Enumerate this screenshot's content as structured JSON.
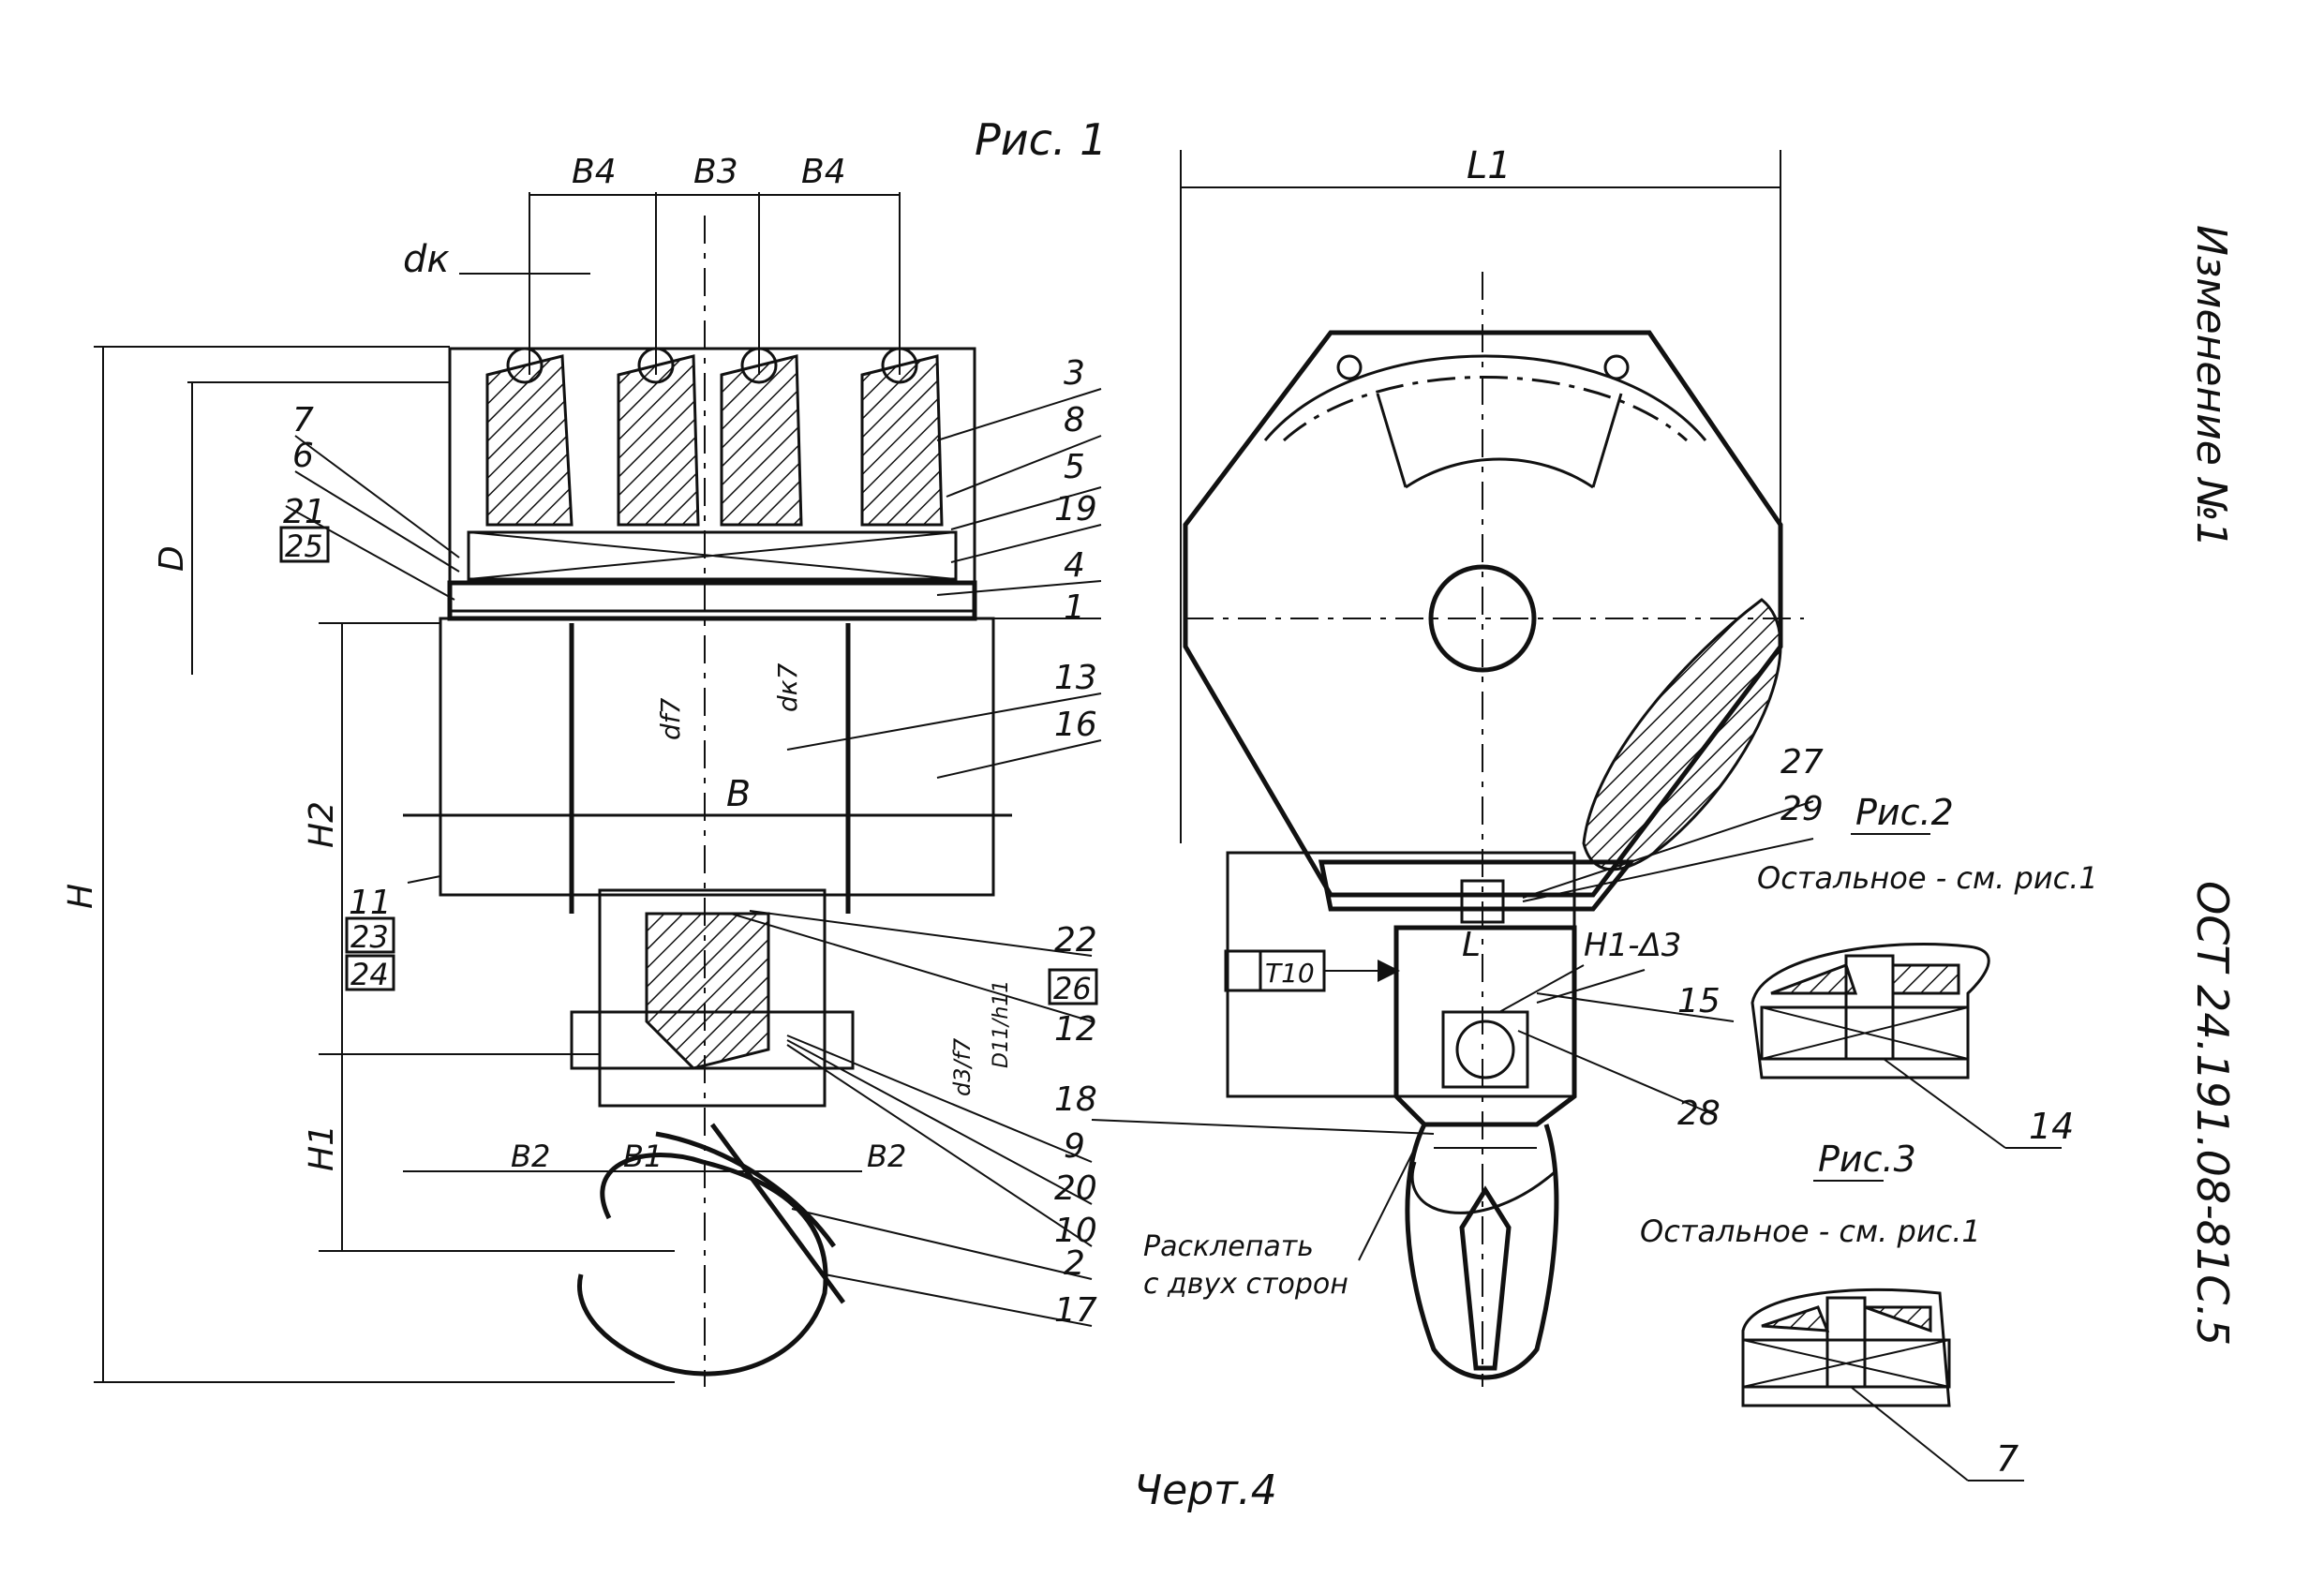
{
  "figure_titles": {
    "fig1": "Рис. 1",
    "fig2": "Рис.2",
    "fig3": "Рис.3",
    "drawing": "Черт.4"
  },
  "side_texts": {
    "change": "Изменение №1",
    "standard": "ОСТ 24.191.08-81С.5"
  },
  "notes": {
    "fig2_rest": "Остальное - см. рис.1",
    "fig3_rest": "Остальное - см. рис.1",
    "rivet_line1": "Расклепать",
    "rivet_line2": "с двух сторон"
  },
  "dimensions": {
    "b4_left": "B4",
    "b3": "B3",
    "b4_right": "B4",
    "dk": "dк",
    "d": "D",
    "h": "H",
    "h2": "H2",
    "h1": "H1",
    "b": "B",
    "b2_left": "B2",
    "b1": "B1",
    "b2_right": "B2",
    "df7": "df7",
    "dk7": "dк7",
    "l1": "L1",
    "l": "L",
    "tolerance_h": "H1-Δ3",
    "flatness": "Т10",
    "fit_small": "D11/h11",
    "fit_hole": "d3/f7"
  },
  "callouts_left": {
    "p7": "7",
    "p6": "6",
    "p21": "21",
    "p25": "25",
    "p11": "11",
    "p23": "23",
    "p24": "24"
  },
  "callouts_right": {
    "p3": "3",
    "p8": "8",
    "p5": "5",
    "p19": "19",
    "p4": "4",
    "p1": "1",
    "p13": "13",
    "p16": "16",
    "p22": "22",
    "p26": "26",
    "p12": "12",
    "p18": "18",
    "p9": "9",
    "p20": "20",
    "p10": "10",
    "p2": "2",
    "p17": "17",
    "p27": "27",
    "p29": "29",
    "p15": "15",
    "p28": "28",
    "p14": "14",
    "p7b": "7"
  }
}
